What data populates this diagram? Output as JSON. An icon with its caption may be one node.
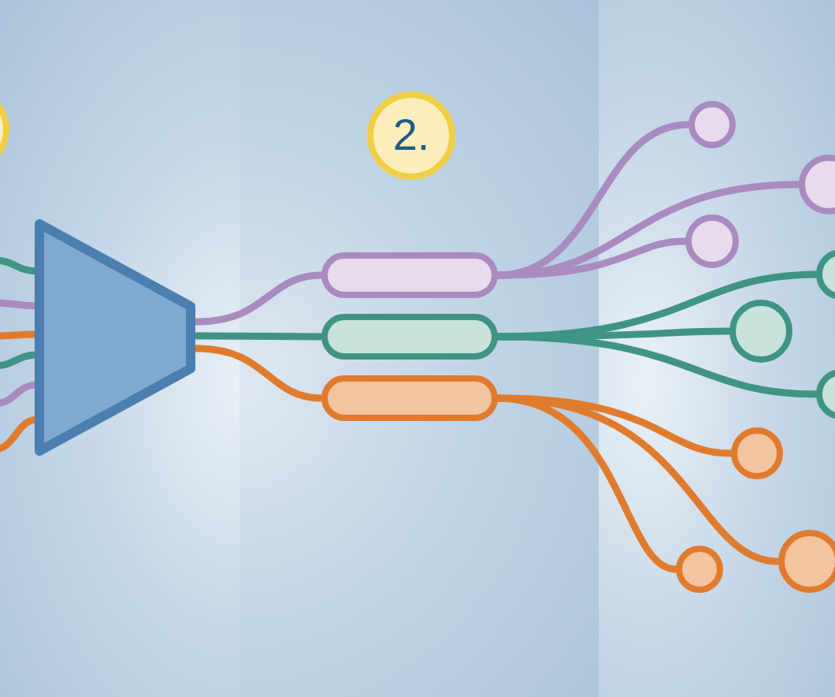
{
  "diagram": {
    "nodes": [
      {
        "text": [],
        "shape": "circle"
      },
      {
        "text": [
          "2."
        ]
      },
      {
        "text": [],
        "shape": "trapezoid"
      },
      {
        "text": [],
        "shape": "pill"
      },
      {
        "text": [],
        "shape": "pill"
      },
      {
        "text": [],
        "shape": "pill"
      },
      {
        "text": [],
        "shape": "circle"
      },
      {
        "text": [],
        "shape": "circle"
      },
      {
        "text": [],
        "shape": "circle"
      },
      {
        "text": [],
        "shape": "circle"
      },
      {
        "text": [],
        "shape": "circle"
      },
      {
        "text": [],
        "shape": "circle"
      },
      {
        "text": [],
        "shape": "circle"
      },
      {
        "text": [],
        "shape": "circle"
      },
      {
        "text": [],
        "shape": "circle"
      }
    ],
    "edges": [
      {
        "from": null,
        "to": 2,
        "arrow": "none",
        "color": "#3f9484"
      },
      {
        "from": null,
        "to": 2,
        "arrow": "none",
        "color": "#a98bc0"
      },
      {
        "from": null,
        "to": 2,
        "arrow": "none",
        "color": "#e07b2e"
      },
      {
        "from": null,
        "to": 2,
        "arrow": "none",
        "color": "#3f9484"
      },
      {
        "from": null,
        "to": 2,
        "arrow": "none",
        "color": "#a98bc0"
      },
      {
        "from": null,
        "to": 2,
        "arrow": "none",
        "color": "#e07b2e"
      },
      {
        "from": 2,
        "to": 3,
        "arrow": "none",
        "color": "#a98bc0"
      },
      {
        "from": 2,
        "to": 4,
        "arrow": "none",
        "color": "#3f9484"
      },
      {
        "from": 2,
        "to": 5,
        "arrow": "none",
        "color": "#e07b2e"
      },
      {
        "from": 3,
        "to": 6,
        "arrow": "none",
        "color": "#a98bc0"
      },
      {
        "from": 3,
        "to": 7,
        "arrow": "none",
        "color": "#a98bc0"
      },
      {
        "from": 3,
        "to": 8,
        "arrow": "none",
        "color": "#a98bc0"
      },
      {
        "from": 4,
        "to": 9,
        "arrow": "none",
        "color": "#3f9484"
      },
      {
        "from": 4,
        "to": 10,
        "arrow": "none",
        "color": "#3f9484"
      },
      {
        "from": 4,
        "to": 11,
        "arrow": "none",
        "color": "#3f9484"
      },
      {
        "from": 5,
        "to": 12,
        "arrow": "none",
        "color": "#e07b2e"
      },
      {
        "from": 5,
        "to": 13,
        "arrow": "none",
        "color": "#e07b2e"
      },
      {
        "from": 5,
        "to": 14,
        "arrow": "none",
        "color": "#e07b2e"
      }
    ]
  }
}
